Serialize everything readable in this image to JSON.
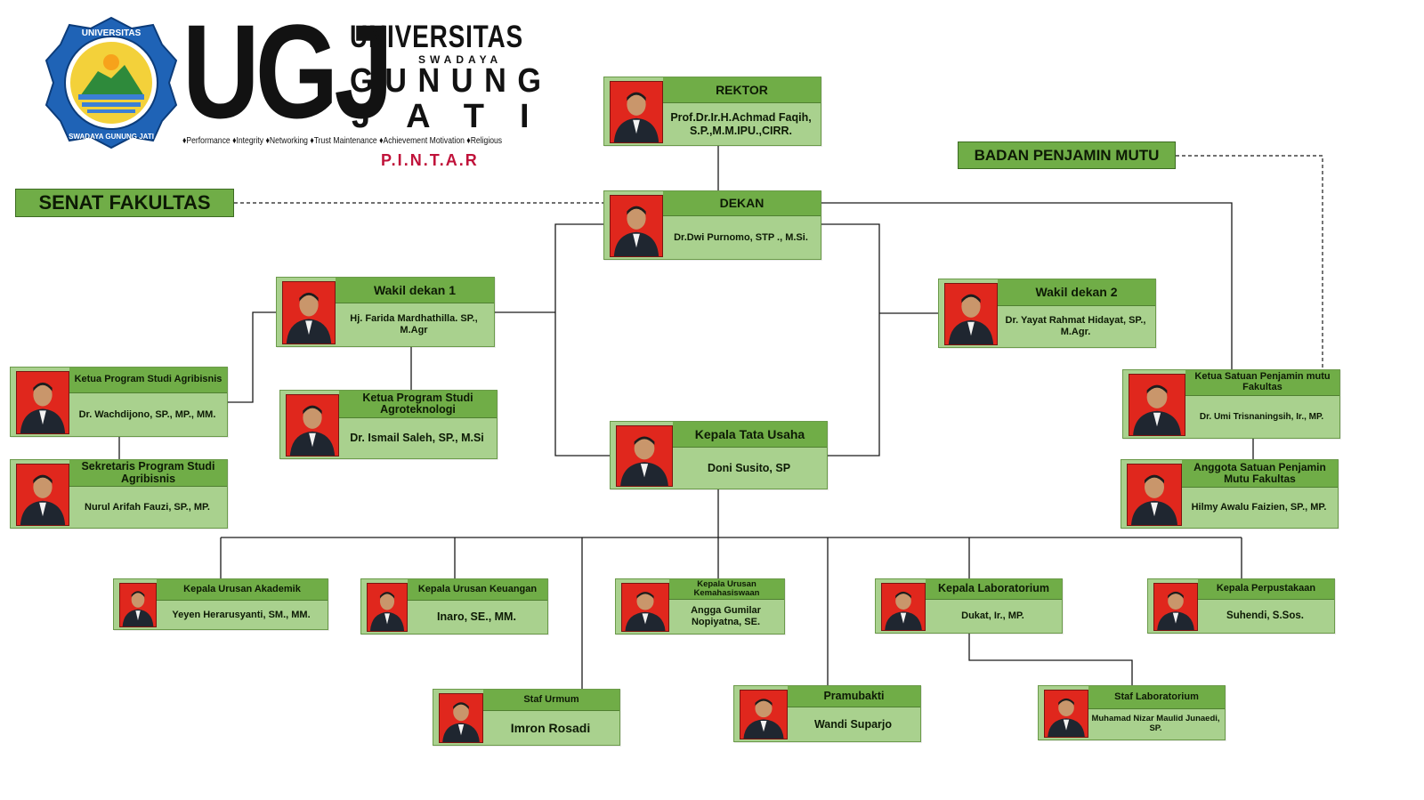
{
  "logo": {
    "seal_text_top": "UNIVERSITAS",
    "seal_text_bottom": "SWADAYA GUNUNG JATI",
    "acronym": "UGJ",
    "word_universitas": "UNIVERSITAS",
    "word_swadaya": "SWADAYA",
    "word_gunung": "GUNUNG",
    "word_jati": "JATI",
    "motto": "♦Performance ♦Integrity ♦Networking ♦Trust Maintenance ♦Achievement Motivation ♦Religious",
    "pintar": "P.I.N.T.A.R"
  },
  "labels": {
    "senat": "SENAT FAKULTAS",
    "badan": "BADAN PENJAMIN MUTU"
  },
  "nodes": {
    "rektor": {
      "title": "REKTOR",
      "name": "Prof.Dr.Ir.H.Achmad Faqih, S.P.,M.M.IPU.,CIRR."
    },
    "dekan": {
      "title": "DEKAN",
      "name": "Dr.Dwi Purnomo, STP ., M.Si."
    },
    "wd1": {
      "title": "Wakil dekan 1",
      "name": "Hj. Farida Mardhathilla. SP., M.Agr"
    },
    "wd2": {
      "title": "Wakil dekan 2",
      "name": "Dr. Yayat Rahmat Hidayat, SP., M.Agr."
    },
    "kps_agribisnis": {
      "title": "Ketua Program Studi Agribisnis",
      "name": "Dr. Wachdijono, SP., MP., MM."
    },
    "sps_agribisnis": {
      "title": "Sekretaris Program Studi Agribisnis",
      "name": "Nurul Arifah Fauzi, SP., MP."
    },
    "kps_agroteknologi": {
      "title": "Ketua Program Studi Agroteknologi",
      "name": "Dr. Ismail Saleh, SP., M.Si"
    },
    "ktu": {
      "title": "Kepala Tata Usaha",
      "name": "Doni Susito, SP"
    },
    "kspmf": {
      "title": "Ketua Satuan Penjamin mutu Fakultas",
      "name": "Dr. Umi Trisnaningsih, Ir., MP."
    },
    "aspmf": {
      "title": "Anggota Satuan Penjamin Mutu Fakultas",
      "name": "Hilmy Awalu Faizien, SP., MP."
    },
    "ku_akademik": {
      "title": "Kepala Urusan Akademik",
      "name": "Yeyen Herarusyanti, SM., MM."
    },
    "ku_keuangan": {
      "title": "Kepala Urusan Keuangan",
      "name": "Inaro, SE., MM."
    },
    "ku_kemahasiswaan": {
      "title": "Kepala Urusan Kemahasiswaan",
      "name": "Angga Gumilar Nopiyatna, SE."
    },
    "kalab": {
      "title": "Kepala Laboratorium",
      "name": "Dukat, Ir., MP."
    },
    "kaperpus": {
      "title": "Kepala Perpustakaan",
      "name": "Suhendi, S.Sos."
    },
    "staf_umum": {
      "title": "Staf Urmum",
      "name": "Imron Rosadi"
    },
    "pramubakti": {
      "title": "Pramubakti",
      "name": "Wandi Suparjo"
    },
    "staf_lab": {
      "title": "Staf Laboratorium",
      "name": "Muhamad Nizar Maulid Junaedi, SP."
    }
  },
  "colors": {
    "header_green": "#70ad47",
    "body_green": "#a9d18e",
    "photo_red": "#e0271d",
    "logo_blue": "#1f63b6",
    "pintar_red": "#c0123a"
  }
}
